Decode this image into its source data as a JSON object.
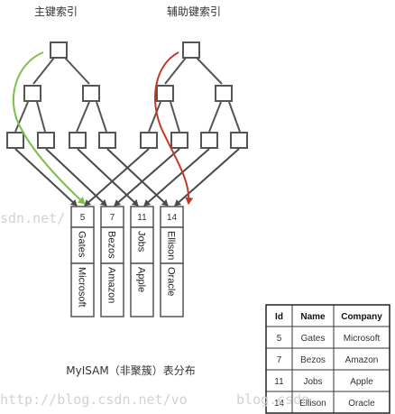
{
  "titles": {
    "primary_index": "主键索引",
    "secondary_index": "辅助键索引",
    "caption": "MyISAM（非聚簇）表分布"
  },
  "records": [
    {
      "id": "5",
      "name": "Gates",
      "company": "Microsoft"
    },
    {
      "id": "7",
      "name": "Bezos",
      "company": "Amazon"
    },
    {
      "id": "11",
      "name": "Jobs",
      "company": "Apple"
    },
    {
      "id": "14",
      "name": "Ellison",
      "company": "Oracle"
    }
  ],
  "table": {
    "headers": [
      "Id",
      "Name",
      "Company"
    ],
    "rows": [
      [
        "5",
        "Gates",
        "Microsoft"
      ],
      [
        "7",
        "Bezos",
        "Amazon"
      ],
      [
        "11",
        "Jobs",
        "Apple"
      ],
      [
        "14",
        "Ellison",
        "Oracle"
      ]
    ]
  },
  "watermarks": [
    "sdn.net/",
    "http://blog.csdn.net/vo",
    "blog.csdn"
  ],
  "colors": {
    "node_border": "#555555",
    "edge": "#4a4a4a",
    "primary_path": "#7cc04a",
    "secondary_path": "#c0392b"
  }
}
